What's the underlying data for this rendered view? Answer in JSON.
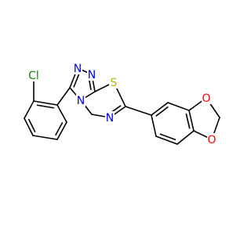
{
  "molecule": {
    "colors": {
      "bond": "#000000",
      "N": "#0000ff",
      "S": "#b8b800",
      "O": "#ff0000",
      "Cl": "#0a8a0a",
      "background": "#ffffff"
    },
    "atom_labels": {
      "N1": "N",
      "N2": "N",
      "N3": "N",
      "N4": "N",
      "S": "S",
      "Cl": "Cl",
      "O1": "O",
      "O2": "O"
    }
  }
}
